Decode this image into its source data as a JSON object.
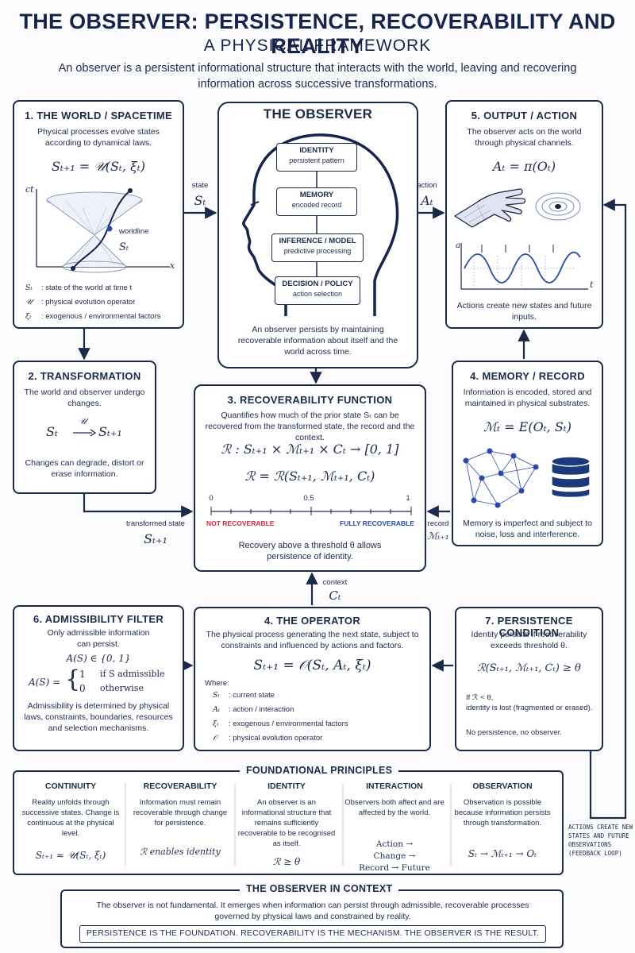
{
  "header": {
    "title": "THE OBSERVER: PERSISTENCE, RECOVERABILITY AND REALITY",
    "subtitle": "A PHYSICAL FRAMEWORK",
    "intro": "An observer is a persistent informational structure that interacts with the world, leaving and recovering information across successive transformations."
  },
  "world": {
    "title": "1. THE WORLD / SPACETIME",
    "desc": "Physical processes evolve states according to dynamical laws.",
    "equation": "Sₜ₊₁ = 𝒰(Sₜ, ξₜ)",
    "axis_ct": "ct",
    "axis_x": "x",
    "worldline_label": "worldline",
    "worldline_symbol": "Sₜ",
    "defs": [
      {
        "sym": "Sₜ",
        "text": ": state of the world at time t"
      },
      {
        "sym": "𝒰",
        "text": ": physical evolution operator"
      },
      {
        "sym": "ξₜ",
        "text": ": exogenous / environmental factors"
      }
    ]
  },
  "observer": {
    "title": "THE OBSERVER",
    "layers": [
      {
        "title": "IDENTITY",
        "desc": "persistent pattern"
      },
      {
        "title": "MEMORY",
        "desc": "encoded record"
      },
      {
        "title": "INFERENCE / MODEL",
        "desc": "predictive processing"
      },
      {
        "title": "DECISION / POLICY",
        "desc": "action selection"
      }
    ],
    "footer": "An observer persists by maintaining recoverable information about itself and the world across time."
  },
  "output": {
    "title": "5. OUTPUT / ACTION",
    "desc": "The observer acts on the world through physical channels.",
    "equation": "Aₜ = π(Oₜ)",
    "axis_a": "a",
    "axis_t": "t",
    "footer": "Actions create new states and future inputs."
  },
  "flows": {
    "state_label": "state",
    "state_sym": "Sₜ",
    "action_label": "action",
    "action_sym": "Aₜ",
    "transformed_label": "transformed state",
    "transformed_sym": "Sₜ₊₁",
    "record_label": "record",
    "record_sym": "ℳₜ₊₁",
    "context_label": "context",
    "context_sym": "Cₜ"
  },
  "transformation": {
    "title": "2. TRANSFORMATION",
    "desc": "The world and observer undergo changes.",
    "from": "Sₜ",
    "op": "𝒰",
    "to": "Sₜ₊₁",
    "footer": "Changes can degrade, distort or erase information."
  },
  "recoverability": {
    "title": "3. RECOVERABILITY FUNCTION",
    "desc": "Quantifies how much of the prior state Sₜ can be recovered from the transformed state, the record and the context.",
    "eq1": "ℛ : Sₜ₊₁ × ℳₜ₊₁ × Cₜ → [0, 1]",
    "eq2": "ℛ = ℛ(Sₜ₊₁, ℳₜ₊₁, Cₜ)",
    "scale_0": "0",
    "scale_mid": "0.5",
    "scale_1": "1",
    "not_recoverable": "NOT RECOVERABLE",
    "fully_recoverable": "FULLY RECOVERABLE",
    "footer": "Recovery above a threshold θ allows persistence of identity.",
    "not_color": "#d7263d",
    "fully_color": "#2a4aa8"
  },
  "memory": {
    "title": "4. MEMORY / RECORD",
    "desc": "Information is encoded, stored and maintained in physical substrates.",
    "equation": "ℳₜ = E(Oₜ, Sₜ)",
    "footer": "Memory is imperfect and subject to noise, loss and interference."
  },
  "admissibility": {
    "title": "6. ADMISSIBILITY FILTER",
    "desc": "Only admissible information can persist.",
    "eq1": "A(S) ∈ {0, 1}",
    "lhs": "A(S) =",
    "case1_val": "1",
    "case1_cond": "if S admissible",
    "case2_val": "0",
    "case2_cond": "otherwise",
    "footer": "Admissibility is determined by physical laws, constraints, boundaries, resources and selection mechanisms."
  },
  "operator": {
    "title": "4. THE OPERATOR",
    "desc": "The physical process generating the next state, subject to constraints and influenced by actions and factors.",
    "equation": "Sₜ₊₁ = 𝒪(Sₜ, Aₜ, ξₜ)",
    "where": "Where:",
    "defs": [
      {
        "sym": "Sₜ",
        "text": ": current state"
      },
      {
        "sym": "Aₜ",
        "text": ": action / interaction"
      },
      {
        "sym": "ξₜ",
        "text": ": exogenous / environmental factors"
      },
      {
        "sym": "𝒪",
        "text": ": physical evolution operator"
      }
    ]
  },
  "persistence": {
    "title": "7. PERSISTENCE CONDITION",
    "desc": "Identity persists if recoverability exceeds threshold θ.",
    "equation": "ℛ(Sₜ₊₁, ℳₜ₊₁, Cₜ) ≥ θ",
    "cond": "If ℛ < θ,",
    "cond2": "identity is lost (fragmented or erased).",
    "footer": "No persistence, no observer."
  },
  "principles": {
    "title": "FOUNDATIONAL PRINCIPLES",
    "items": [
      {
        "title": "CONTINUITY",
        "desc": "Reality unfolds through successive states. Change is continuous at the physical level.",
        "math": "Sₜ₊₁ ≈ 𝒰(Sₜ, ξₜ)"
      },
      {
        "title": "RECOVERABILITY",
        "desc": "Information must remain recoverable through change for persistence.",
        "math": "ℛ  enables identity"
      },
      {
        "title": "IDENTITY",
        "desc": "An observer is an informational structure that remains sufficiently recoverable to be recognised as itself.",
        "math": "ℛ ≥ θ"
      },
      {
        "title": "INTERACTION",
        "desc": "Observers both affect and are affected by the world.",
        "math": "Action → Change → Record → Future"
      },
      {
        "title": "OBSERVATION",
        "desc": "Observation is possible because information persists through transformation.",
        "math": "Sₜ → ℳₜ₊₁ → Oₜ"
      }
    ],
    "feedback_note": "ACTIONS CREATE NEW STATES AND FUTURE OBSERVATIONS (FEEDBACK LOOP)"
  },
  "context": {
    "title": "THE OBSERVER IN CONTEXT",
    "text": "The observer is not fundamental. It emerges when information can persist through admissible, recoverable processes governed by physical laws and constrained by reality.",
    "tagline": "PERSISTENCE IS THE FOUNDATION.  RECOVERABILITY IS THE MECHANISM.  THE OBSERVER IS THE RESULT."
  },
  "colors": {
    "ink": "#1c2a4a",
    "accent": "#2a4aa8",
    "warning": "#d7263d"
  }
}
